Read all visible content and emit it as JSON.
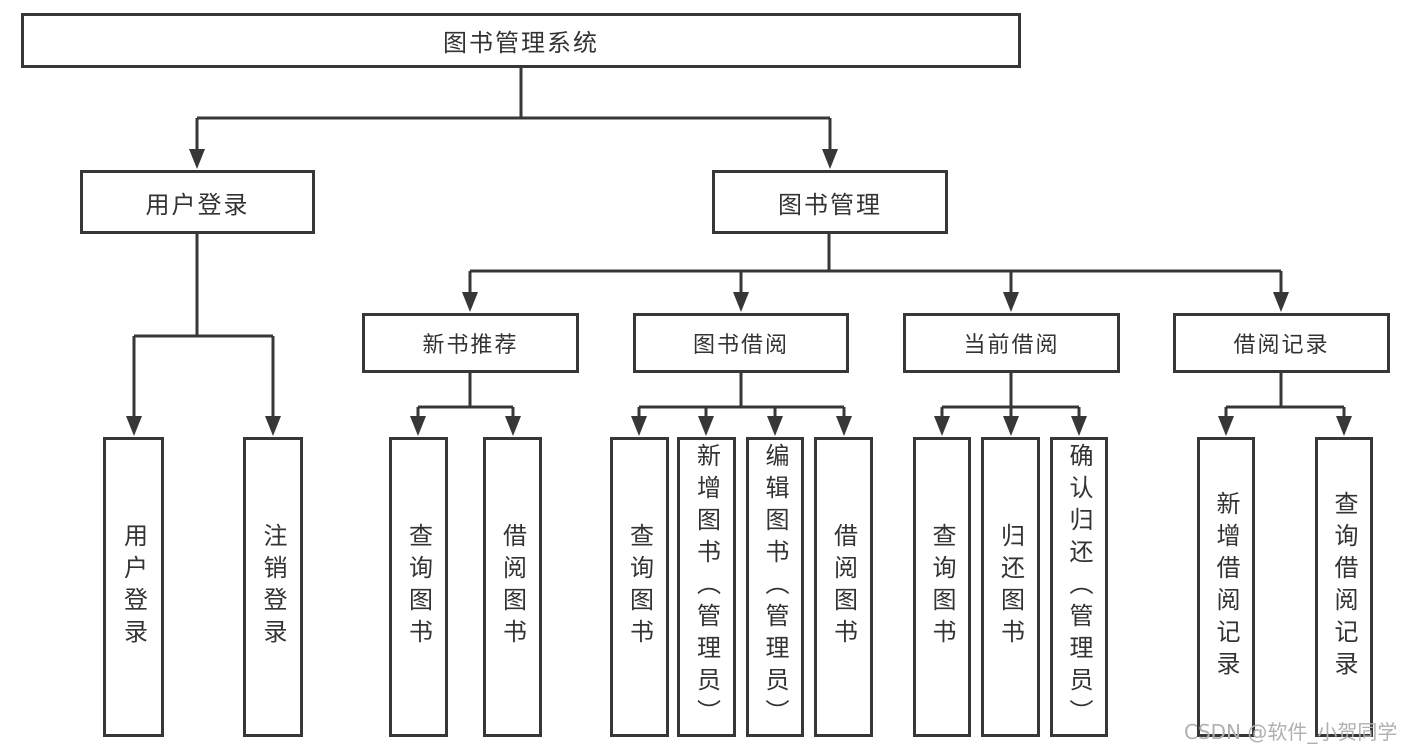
{
  "style": {
    "background": "#ffffff",
    "line_color": "#373737",
    "box_border_color": "#373737",
    "text_color": "#333333",
    "watermark_color": "#b0b0b0"
  },
  "tree": {
    "label": "图书管理系统",
    "children": [
      {
        "label": "用户登录",
        "children": [
          {
            "label": "用户登录"
          },
          {
            "label": "注销登录"
          }
        ]
      },
      {
        "label": "图书管理",
        "children": [
          {
            "label": "新书推荐",
            "children": [
              {
                "label": "查询图书"
              },
              {
                "label": "借阅图书"
              }
            ]
          },
          {
            "label": "图书借阅",
            "children": [
              {
                "label": "查询图书"
              },
              {
                "label": "新增图书（管理员）"
              },
              {
                "label": "编辑图书（管理员）"
              },
              {
                "label": "借阅图书"
              }
            ]
          },
          {
            "label": "当前借阅",
            "children": [
              {
                "label": "查询图书"
              },
              {
                "label": "归还图书"
              },
              {
                "label": "确认归还（管理员）"
              }
            ]
          },
          {
            "label": "借阅记录",
            "children": [
              {
                "label": "新增借阅记录"
              },
              {
                "label": "查询借阅记录"
              }
            ]
          }
        ]
      }
    ]
  },
  "watermark": {
    "text": "CSDN @软件_小贺同学"
  }
}
